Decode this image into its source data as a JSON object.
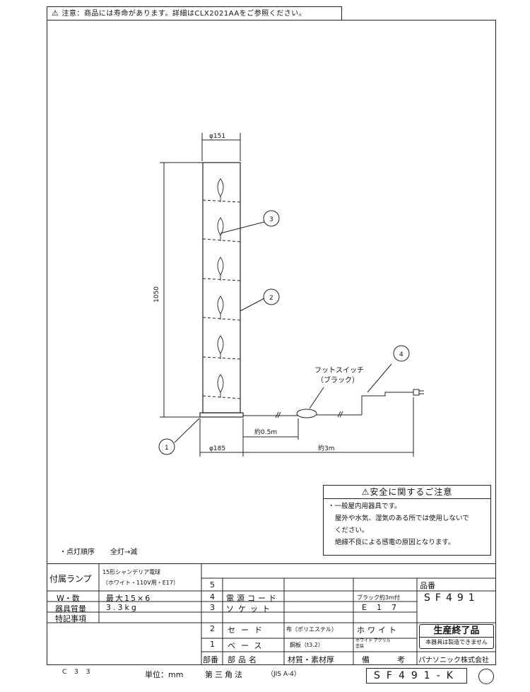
{
  "notice": {
    "text": "注意：商品には寿命があります。詳細はCLX2021AAをご参照ください。"
  },
  "drawing": {
    "dim_top": "φ151",
    "dim_height": "1050",
    "dim_base": "φ185",
    "dim_cord1": "約0.5m",
    "dim_cord2": "約3m",
    "foot_switch": [
      "フットスイッチ",
      "（ブラック）"
    ],
    "balloons": [
      "1",
      "2",
      "3",
      "4"
    ]
  },
  "safety": {
    "title": "安全に関するご注意",
    "lines": [
      "・一般屋内用器具です。",
      "屋外や水気、湿気のある所では使用しないで",
      "ください。",
      "絶縁不良による感電の原因となります。"
    ]
  },
  "lighting_order": {
    "label": "・点灯順序",
    "value": "全灯→滅"
  },
  "specs": {
    "lamp_label": "付属ランプ",
    "lamp_value_1": "15形シャンデリア電球",
    "lamp_value_2": "（ホワイト・110V用・E17）",
    "watt_label": "W・数",
    "watt_value": "最大15×6",
    "weight_label": "器具質量",
    "weight_value": "3.3kg",
    "notes_label": "特記事項"
  },
  "parts": {
    "rows": [
      {
        "no": "5",
        "name": "",
        "material": "",
        "finish": "",
        "note": ""
      },
      {
        "no": "4",
        "name": "電源コード",
        "material": "",
        "finish": "ブラック約3m付",
        "note": ""
      },
      {
        "no": "3",
        "name": "ソケット",
        "material": "",
        "finish": "E17",
        "note": ""
      },
      {
        "no": "2",
        "name": "セード",
        "material": "布（ポリエステル）",
        "finish": "ホワイト",
        "note": ""
      },
      {
        "no": "1",
        "name": "ベース",
        "material": "鋼板（t3.2）",
        "finish": "ホワイト アクリル塗装",
        "note": ""
      }
    ],
    "header": {
      "no": "部番",
      "name": "部品名",
      "material": "材質・素材厚",
      "finish": "備",
      "note": "考"
    }
  },
  "product": {
    "label": "品番",
    "number": "SF491",
    "discontinued": "生産終了品",
    "discontinued_sub": "本器具は製造できません",
    "company": "パナソニック株式会社"
  },
  "footer": {
    "code": "C 3 3",
    "unit": "単位：mm",
    "projection": "第三角法",
    "standard": "（JIS A-4）",
    "drawing_no": "SF491-K"
  }
}
